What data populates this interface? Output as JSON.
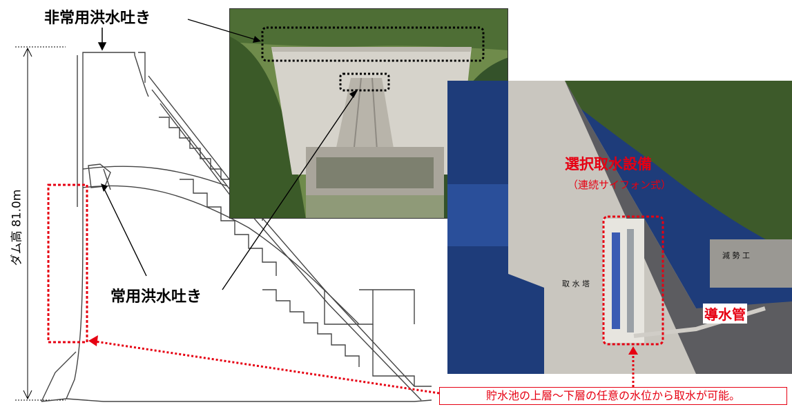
{
  "labels": {
    "emergency_spillway": "非常用洪水吐き",
    "regular_spillway": "常用洪水吐き",
    "dam_height": "ダム高 81.0m",
    "intake_title": "選択取水設備",
    "intake_subtitle": "（連続サイフォン式）",
    "conduit": "導水管",
    "intake_tower": "取 水 塔",
    "energy_dissipator": "減 勢 工",
    "callout": "貯水池の上層～下層の任意の水位から取水が可能。"
  },
  "colors": {
    "accent_red": "#e60012",
    "water_blue": "#1e3c7a",
    "forest_green": "#3d5a2a",
    "concrete": "#c9c6bf"
  }
}
